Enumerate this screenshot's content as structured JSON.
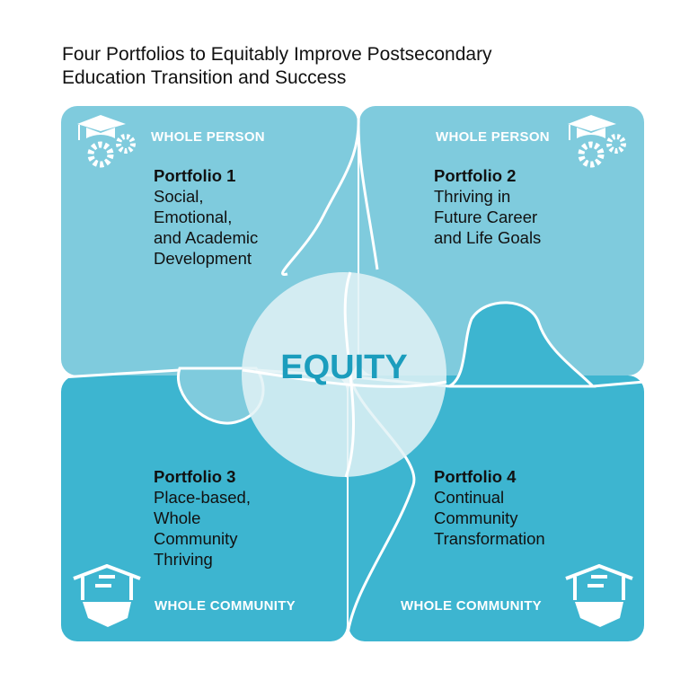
{
  "title_lines": [
    "Four Portfolios to Equitably Improve Postsecondary",
    "Education Transition and Success"
  ],
  "center_label": "EQUITY",
  "portfolios": [
    {
      "tag": "WHOLE PERSON",
      "heading": "Portfolio 1",
      "lines": [
        "Social,",
        "Emotional,",
        "and Academic",
        "Development"
      ],
      "icon": "graduation-cap-gears-icon"
    },
    {
      "tag": "WHOLE PERSON",
      "heading": "Portfolio 2",
      "lines": [
        "Thriving in",
        "Future Career",
        "and Life Goals"
      ],
      "icon": "graduation-cap-gears-icon"
    },
    {
      "tag": "WHOLE COMMUNITY",
      "heading": "Portfolio 3",
      "lines": [
        "Place-based,",
        "Whole",
        "Community",
        "Thriving"
      ],
      "icon": "house-handshake-icon"
    },
    {
      "tag": "WHOLE COMMUNITY",
      "heading": "Portfolio 4",
      "lines": [
        "Continual",
        "Community",
        "Transformation"
      ],
      "icon": "house-handshake-icon"
    }
  ],
  "colors": {
    "top": "#7fcbdd",
    "bottom": "#3db5d0",
    "circle": "#e2f2f6",
    "equity": "#1b9dbd"
  }
}
